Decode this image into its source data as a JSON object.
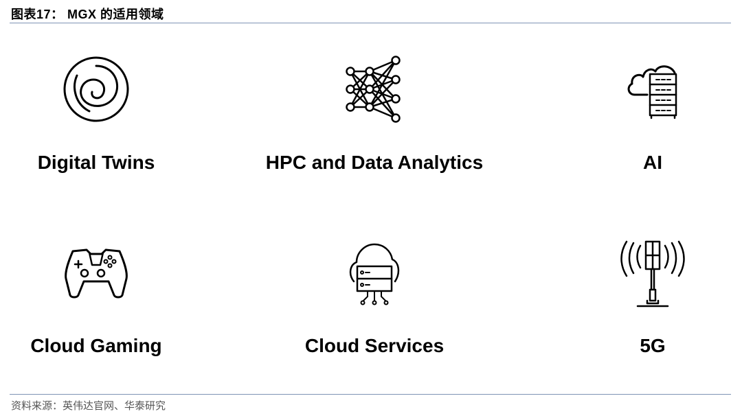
{
  "header": {
    "title": "图表17： MGX 的适用领域"
  },
  "items": [
    {
      "label": "Digital Twins",
      "icon": "digital-twins-icon"
    },
    {
      "label": "HPC and Data Analytics",
      "icon": "neural-network-icon"
    },
    {
      "label": "AI",
      "icon": "cloud-server-rack-icon"
    },
    {
      "label": "Cloud Gaming",
      "icon": "game-controller-icon"
    },
    {
      "label": "Cloud Services",
      "icon": "cloud-services-icon"
    },
    {
      "label": "5G",
      "icon": "cell-tower-icon"
    }
  ],
  "footer": {
    "source": "资料来源：英伟达官网、华泰研究"
  }
}
